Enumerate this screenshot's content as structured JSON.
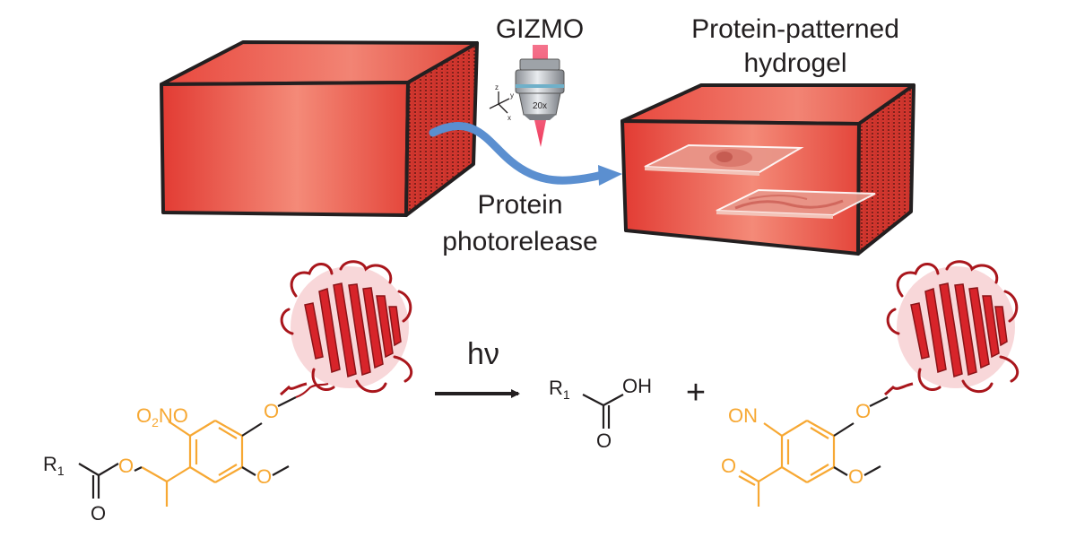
{
  "labels": {
    "gizmo": "GIZMO",
    "objective_mag": "20x",
    "axis_z": "z",
    "axis_y": "y",
    "axis_x": "x",
    "patterned_line1": "Protein-patterned",
    "patterned_line2": "hydrogel",
    "photorelease_line1": "Protein",
    "photorelease_line2": "photorelease",
    "hv": "hν",
    "plus": "+"
  },
  "chem": {
    "nitro": "NO",
    "nitro_sub": "2",
    "nitroso": "ON",
    "r1": "R",
    "r1_sub": "1",
    "oxygen": "O",
    "oh": "OH"
  },
  "colors": {
    "gel_red": "#e8453c",
    "gel_highlight": "#f59a85",
    "arrow_blue": "#5b8fd0",
    "linker_orange": "#f7a833",
    "protein_red": "#cc1f24",
    "ink": "#231f20"
  }
}
